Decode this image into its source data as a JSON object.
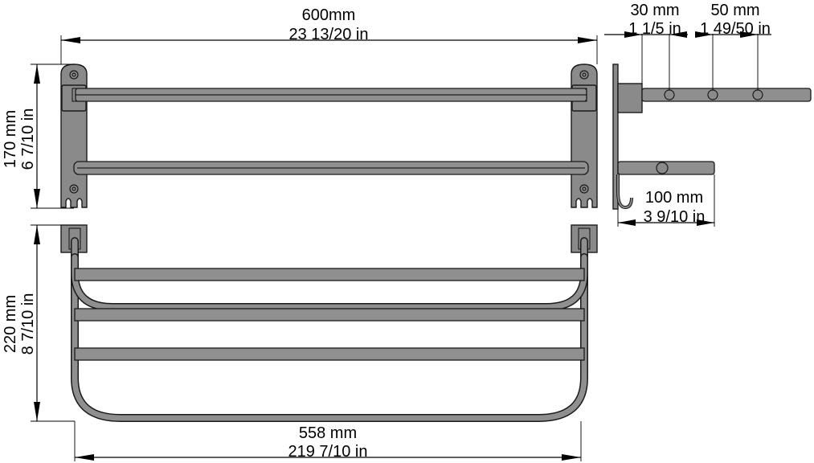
{
  "dimensions": {
    "overall_width": {
      "metric": "600mm",
      "imperial": "23 13/20 in"
    },
    "bar_spacing": {
      "metric": "170 mm",
      "imperial": "6 7/10 in"
    },
    "depth_top": {
      "metric": "30 mm",
      "imperial": "1 1/5 in"
    },
    "depth_hooks": {
      "metric": "50 mm",
      "imperial": "1 49/50 in"
    },
    "hook_depth": {
      "metric": "100 mm",
      "imperial": "3 9/10 in"
    },
    "shelf_height": {
      "metric": "220 mm",
      "imperial": "8 7/10 in"
    },
    "shelf_width": {
      "metric": "558 mm",
      "imperial": "219 7/10 in"
    }
  },
  "colors": {
    "metal": "#8a8a8a",
    "outline": "#1a1a1a",
    "background": "#ffffff"
  }
}
